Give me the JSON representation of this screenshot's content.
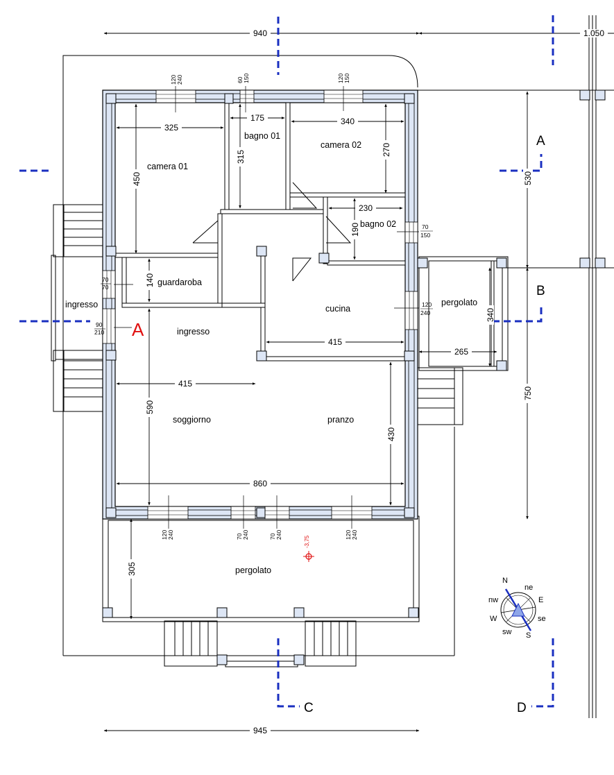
{
  "rooms": {
    "camera01": "camera 01",
    "bagno01": "bagno 01",
    "camera02": "camera 02",
    "bagno02": "bagno 02",
    "guardaroba": "guardaroba",
    "ingresso_ext": "ingresso",
    "ingresso": "ingresso",
    "cucina": "cucina",
    "pergolato_right": "pergolato",
    "soggiorno": "soggiorno",
    "pranzo": "pranzo",
    "pergolato_bottom": "pergolato"
  },
  "dimensions": {
    "top_overall": "940",
    "top_right": "1.050",
    "camera01_width": "325",
    "camera01_height": "450",
    "bagno01_width": "175",
    "bagno01_height": "315",
    "camera02_width": "340",
    "camera02_height": "270",
    "bagno02_width": "230",
    "bagno02_height": "190",
    "guardaroba_height": "140",
    "cucina_width": "415",
    "pergolato_right_height": "340",
    "pergolato_right_width": "265",
    "ingresso_width": "415",
    "soggiorno_height": "590",
    "pranzo_height": "430",
    "interior_width": "860",
    "right_upper": "530",
    "right_lower": "750",
    "pergolato_bottom_depth": "305",
    "bottom_overall": "945"
  },
  "openings": {
    "w_top_left": [
      "120",
      "240"
    ],
    "w_top_bagno": [
      "60",
      "150"
    ],
    "w_top_right": [
      "120",
      "150"
    ],
    "w_bagno02": [
      "70",
      "150"
    ],
    "w_guardaroba": [
      "70",
      "70"
    ],
    "door_ingresso": [
      "90",
      "210"
    ],
    "w_cucina": [
      "120",
      "240"
    ],
    "w_bottom_1": [
      "120",
      "240"
    ],
    "w_bottom_2": [
      "70",
      "240"
    ],
    "w_bottom_3": [
      "70",
      "240"
    ],
    "w_bottom_4": [
      "120",
      "240"
    ]
  },
  "sections": {
    "a_right": "A",
    "a_left": "A",
    "b": "B",
    "c": "C",
    "d": "D"
  },
  "level": "-3,75",
  "compass": {
    "n": "N",
    "ne": "ne",
    "e": "E",
    "se": "se",
    "s": "S",
    "sw": "sw",
    "w": "W",
    "nw": "nw"
  },
  "colors": {
    "wall_fill": "#dde6f5",
    "section_line": "#1a2fc0",
    "marker_red": "#e01010"
  }
}
